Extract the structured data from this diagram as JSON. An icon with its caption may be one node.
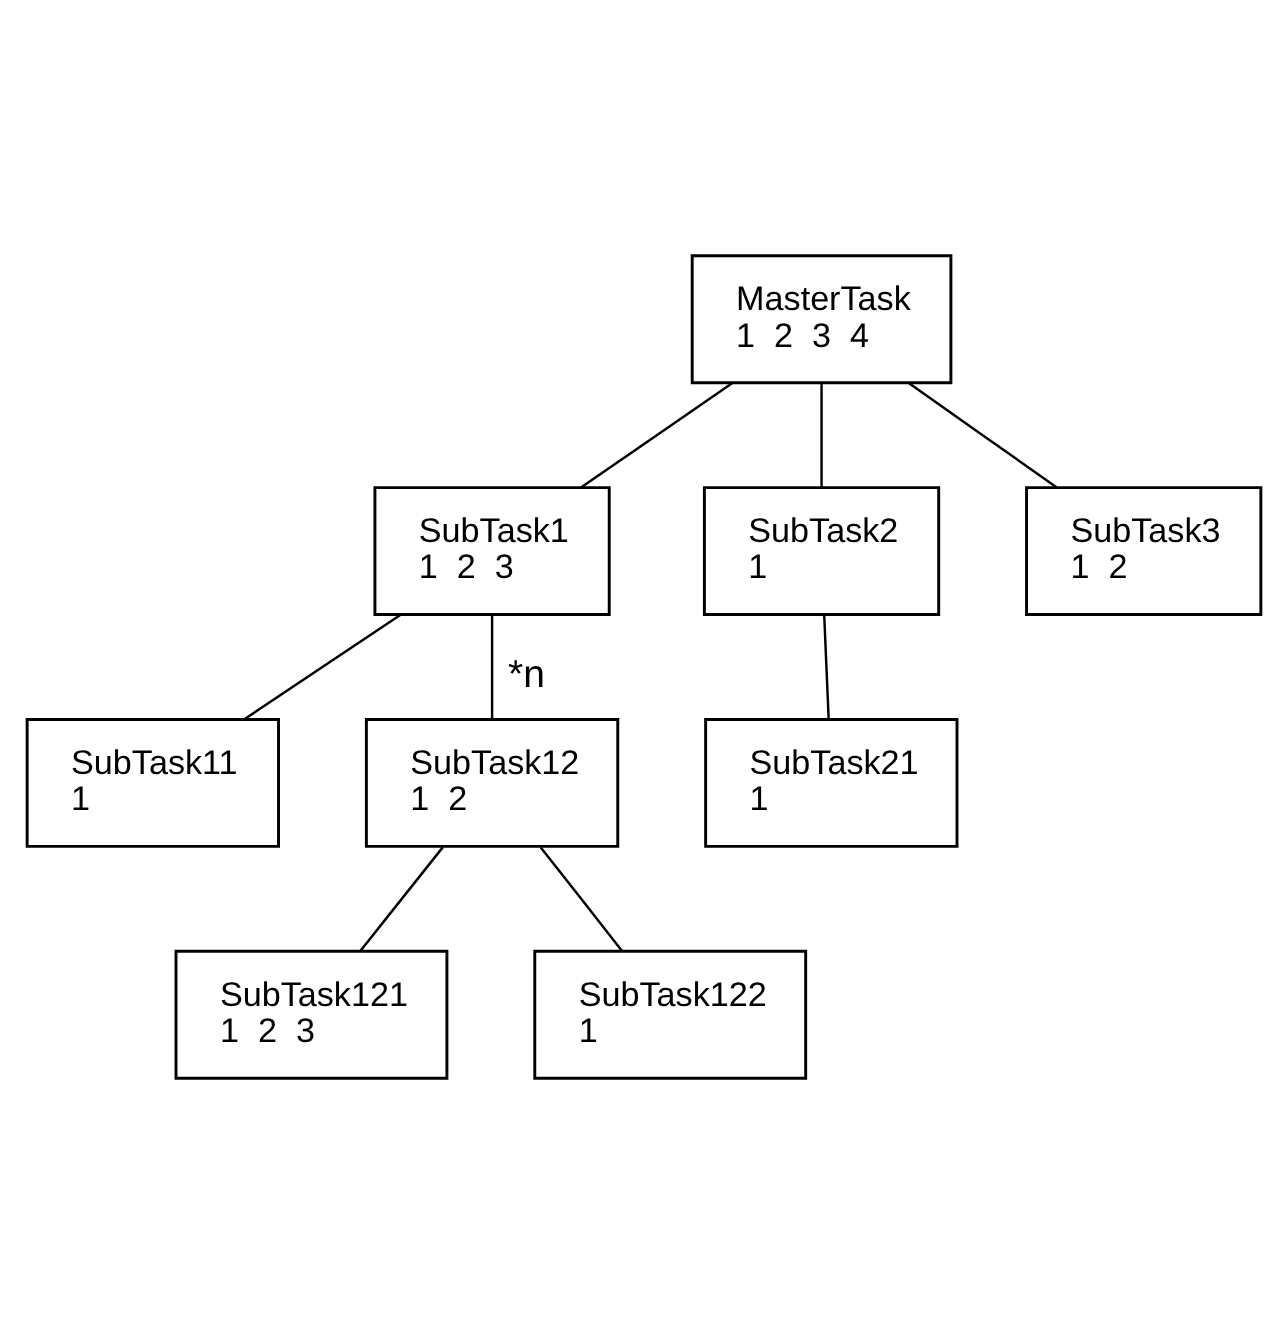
{
  "diagram": {
    "nodes": [
      {
        "text": [
          "MasterTask",
          "1  2  3  4"
        ]
      },
      {
        "text": [
          "SubTask1",
          "1  2  3"
        ]
      },
      {
        "text": [
          "SubTask2",
          "1"
        ]
      },
      {
        "text": [
          "SubTask3",
          "1  2"
        ]
      },
      {
        "text": [
          "SubTask11",
          "1"
        ]
      },
      {
        "text": [
          "SubTask12",
          "1  2"
        ]
      },
      {
        "text": [
          "SubTask21",
          "1"
        ]
      },
      {
        "text": [
          "SubTask121",
          "1  2  3"
        ]
      },
      {
        "text": [
          "SubTask122",
          "1"
        ]
      }
    ],
    "edges": [
      {
        "from": 0,
        "to": 1,
        "arrow": "none"
      },
      {
        "from": 0,
        "to": 2,
        "arrow": "none"
      },
      {
        "from": 0,
        "to": 3,
        "arrow": "none"
      },
      {
        "from": 1,
        "to": 4,
        "arrow": "none"
      },
      {
        "from": 1,
        "to": 5,
        "arrow": "none",
        "label": "*n"
      },
      {
        "from": 2,
        "to": 6,
        "arrow": "none"
      },
      {
        "from": 5,
        "to": 7,
        "arrow": "none"
      },
      {
        "from": 5,
        "to": 8,
        "arrow": "none"
      }
    ]
  }
}
